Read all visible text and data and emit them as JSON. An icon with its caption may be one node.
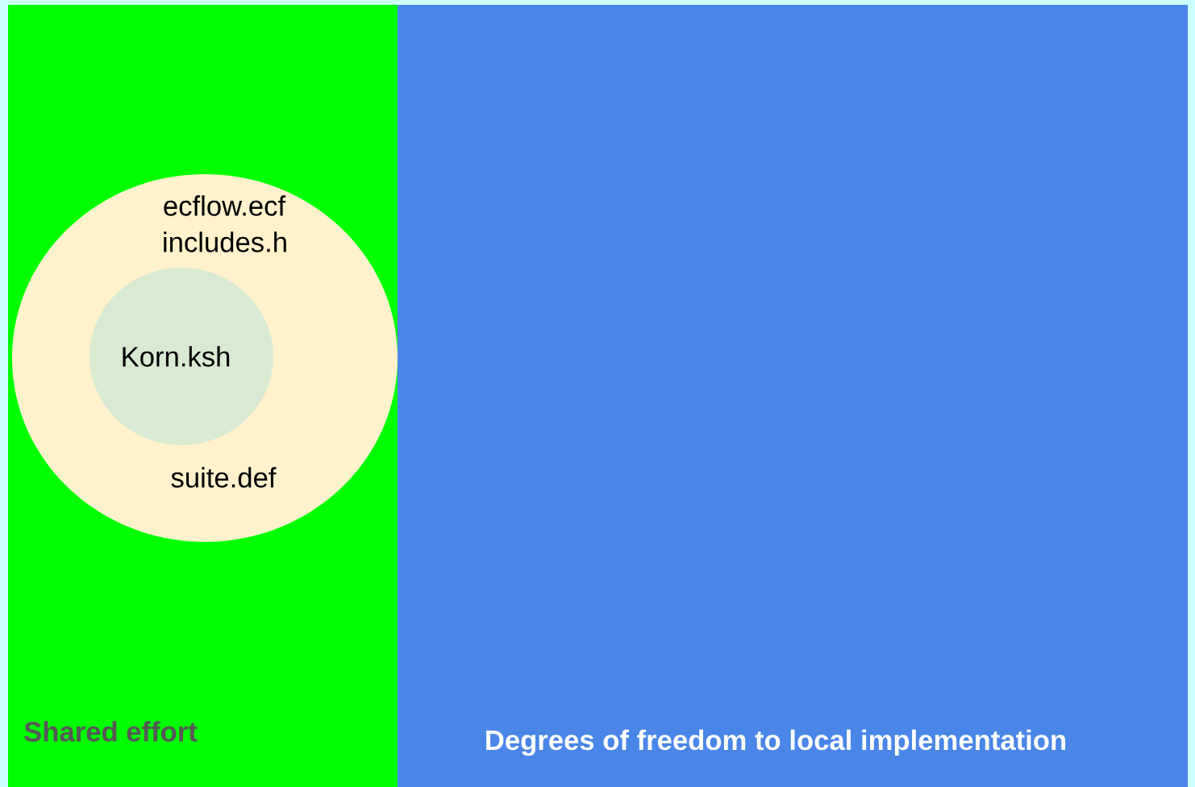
{
  "diagram": {
    "nodes": [
      {
        "text": [
          "Shared effort"
        ]
      },
      {
        "text": [
          "Degrees of freedom to local implementation"
        ]
      },
      {
        "text": [
          "ecflow.ecf",
          "includes.h",
          "suite.def"
        ],
        "in": 0
      },
      {
        "text": [
          "Korn.ksh"
        ],
        "in": 2
      }
    ]
  }
}
